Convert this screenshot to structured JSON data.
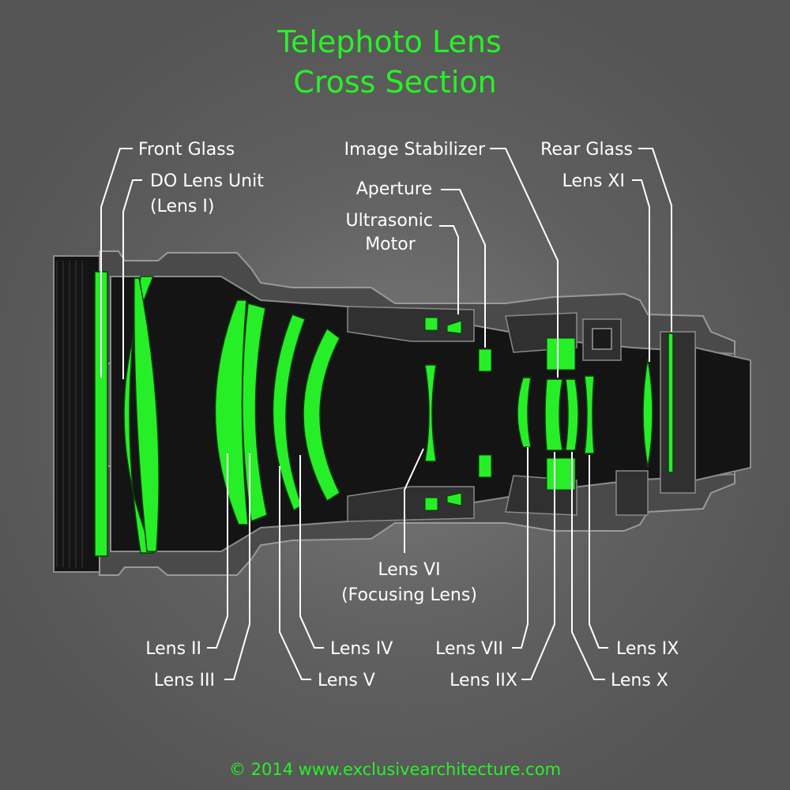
{
  "title": {
    "line1": "Telephoto Lens",
    "line2": "Cross Section"
  },
  "labels": {
    "front_glass": "Front Glass",
    "do_lens_unit_line1": "DO Lens Unit",
    "do_lens_unit_line2": "(Lens I)",
    "image_stabilizer": "Image Stabilizer",
    "aperture": "Aperture",
    "ultrasonic_motor_line1": "Ultrasonic",
    "ultrasonic_motor_line2": "Motor",
    "rear_glass": "Rear Glass",
    "lens_xi": "Lens XI",
    "lens_vi_line1": "Lens VI",
    "lens_vi_line2": "(Focusing Lens)",
    "lens_ii": "Lens II",
    "lens_iii": "Lens III",
    "lens_iv": "Lens IV",
    "lens_v": "Lens V",
    "lens_vii": "Lens VII",
    "lens_iix": "Lens IIX",
    "lens_ix": "Lens IX",
    "lens_x": "Lens X"
  },
  "credit": "© 2014 www.exclusivearchitecture.com",
  "colors": {
    "background": "#595959",
    "accent_green": "#27f227",
    "label_white": "#ffffff",
    "lens_body": "#141414"
  }
}
